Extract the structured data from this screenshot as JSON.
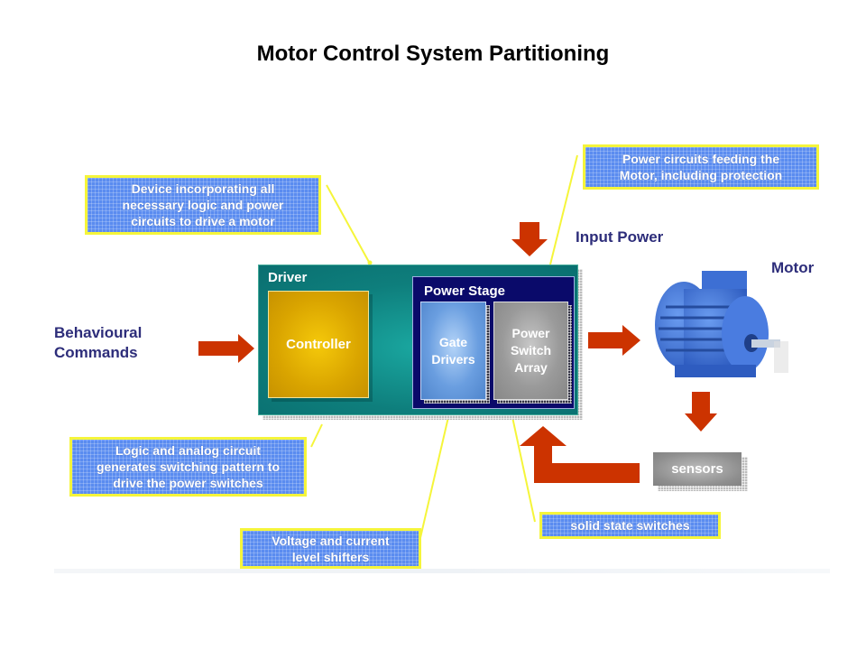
{
  "title": "Motor Control System Partitioning",
  "labels": {
    "behavioural_commands": "Behavioural\nCommands",
    "input_power": "Input Power",
    "motor": "Motor"
  },
  "blocks": {
    "driver": "Driver",
    "controller": "Controller",
    "power_stage": "Power Stage",
    "gate_drivers": "Gate\nDrivers",
    "power_switch_array": "Power\nSwitch\nArray",
    "sensors": "sensors"
  },
  "callouts": {
    "device": "Device incorporating all\nnecessary logic and power\ncircuits to drive a motor",
    "power_circuits": "Power circuits feeding the\nMotor, including protection",
    "logic_analog": "Logic and analog circuit\ngenerates switching pattern to\ndrive the power switches",
    "level_shifters": "Voltage and current\nlevel shifters",
    "solid_state": "solid state switches"
  },
  "colors": {
    "arrow": "#cc3300",
    "callout_fill": "#5a8cf0",
    "callout_border": "#f5f53a",
    "leader_line": "#f5f53a",
    "label_text": "#2d2d7a"
  }
}
